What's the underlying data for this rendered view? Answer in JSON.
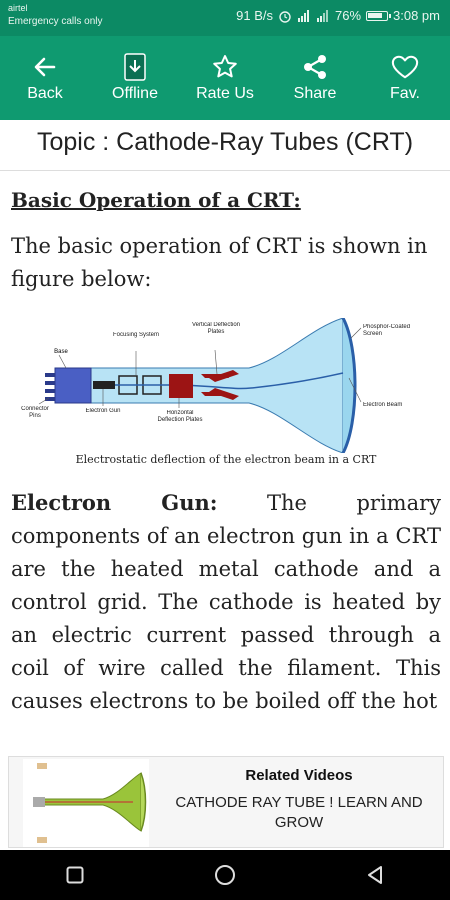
{
  "statusbar": {
    "carrier": "airtel",
    "emergency": "Emergency calls only",
    "speed": "91 B/s",
    "battery": "76%",
    "time": "3:08 pm"
  },
  "toolbar": {
    "back": "Back",
    "offline": "Offline",
    "rate": "Rate Us",
    "share": "Share",
    "fav": "Fav."
  },
  "topic": "Topic : Cathode-Ray Tubes (CRT)",
  "content": {
    "section_title": "Basic Operation of a CRT:",
    "intro": "The basic operation of CRT is shown in figure below:",
    "figure": {
      "labels": {
        "base": "Base",
        "focusing": "Focusing System",
        "vertical": "Vertical Deflection Plates",
        "phosphor": "Phosphor-Coated Screen",
        "connector": "Connector Pins",
        "gun": "Electron Gun",
        "horizontal": "Horizontal Deflection Plates",
        "beam": "Electron Beam"
      },
      "caption": "Electrostatic deflection of the electron beam in a CRT"
    },
    "gun_title": "Electron Gun:",
    "gun_text": " The primary components of an electron gun in a CRT are the heated metal cathode and a control grid. The cathode is heated by an electric current passed through a coil of wire called the filament. This causes electrons to be boiled off the hot"
  },
  "ad": {
    "heading": "Related Videos",
    "title": "CATHODE RAY TUBE ! LEARN AND GROW"
  },
  "colors": {
    "statusbar": "#0c8a64",
    "toolbar": "#0f9a70",
    "tube": "#b8e3f5",
    "beam": "#2a5fa8",
    "plates": "#9c1414"
  },
  "icons": {
    "back": "arrow-left-icon",
    "offline": "download-file-icon",
    "rate": "star-icon",
    "share": "share-icon",
    "fav": "heart-icon",
    "nav_recent": "square-icon",
    "nav_home": "circle-icon",
    "nav_back": "triangle-back-icon"
  }
}
